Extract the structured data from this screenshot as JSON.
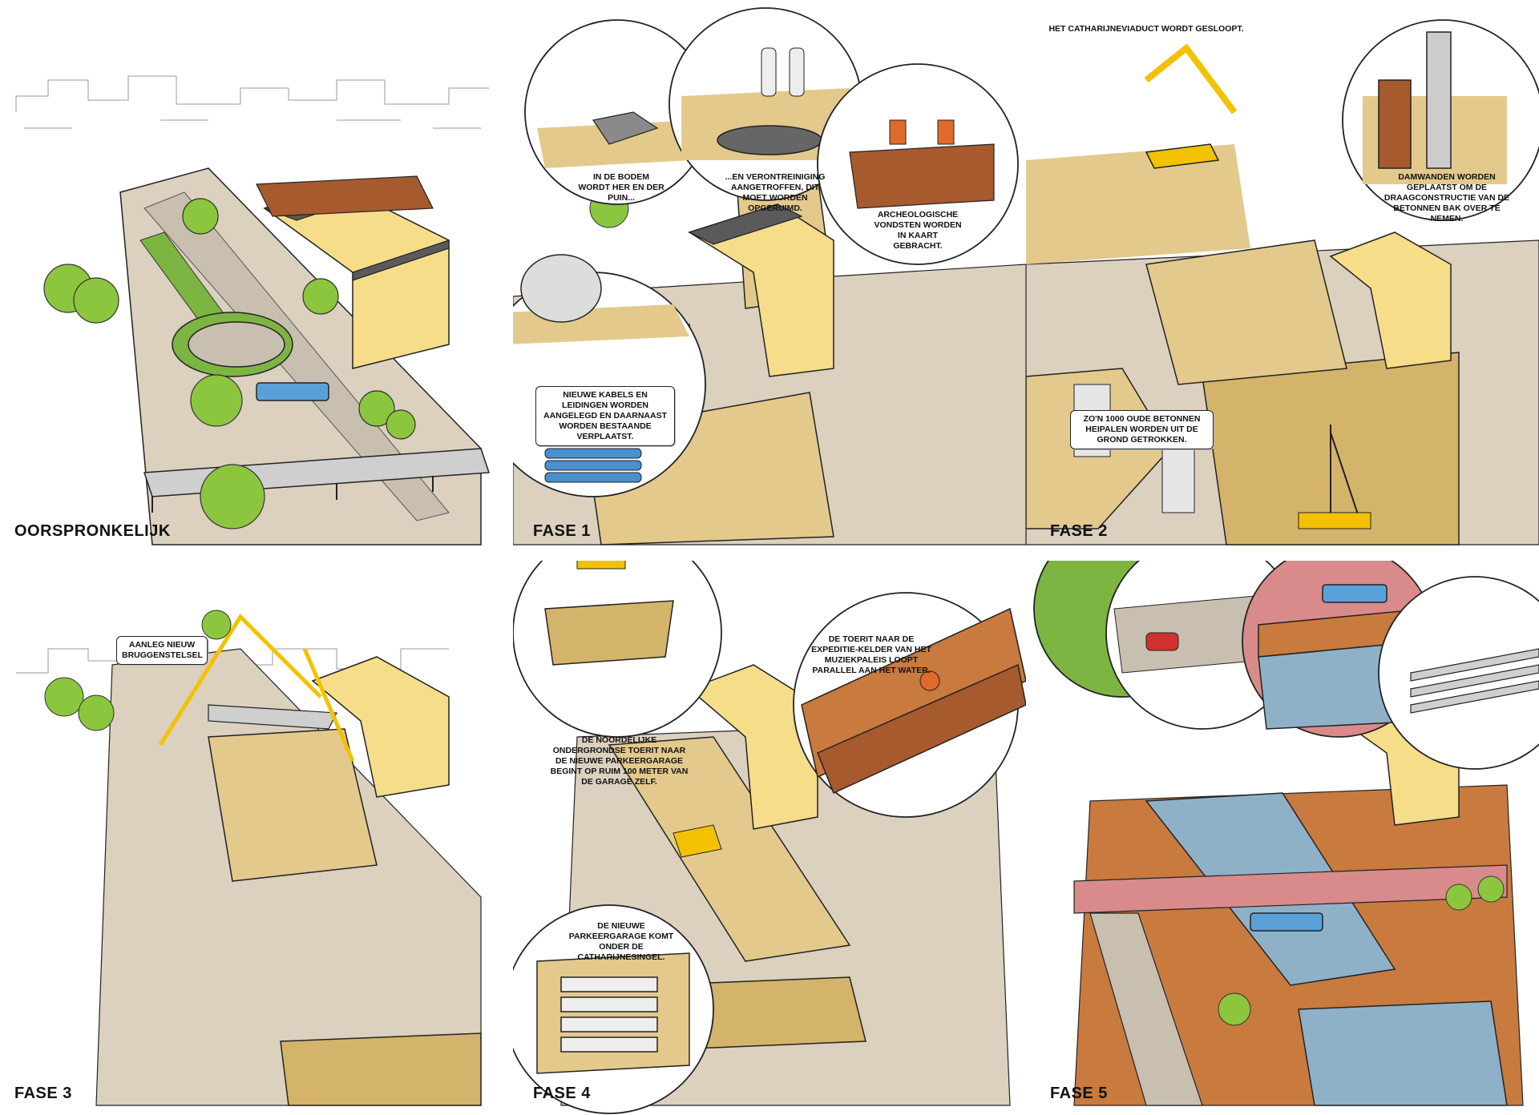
{
  "colors": {
    "road": "#dcd0bf",
    "sand": "#e3c98c",
    "pit": "#d4b46a",
    "grass": "#7db542",
    "tree": "#8cc63f",
    "building": "#f5dd8a",
    "roof": "#5a5a5a",
    "brick": "#a65a2e",
    "water": "#8fb1c8",
    "orange_area": "#c97a3e",
    "pink_road": "#d98a8a",
    "crane": "#f2c200",
    "bus": "#5aa0d8",
    "outline": "#222222"
  },
  "panels": [
    {
      "id": "oorspronkelijk",
      "label": "OORSPRONKELIJK",
      "notes": []
    },
    {
      "id": "fase1",
      "label": "FASE 1",
      "notes": [
        "IN DE BODEM WORDT HER EN DER PUIN...",
        "...EN VERONTREINIGING AANGETROFFEN, DIT MOET WORDEN OPGERUIMD.",
        "ARCHEOLOGISCHE VONDSTEN WORDEN IN KAART GEBRACHT.",
        "NIEUWE KABELS EN LEIDINGEN WORDEN AANGELEGD EN DAARNAAST WORDEN BESTAANDE VERPLAATST."
      ]
    },
    {
      "id": "fase2",
      "label": "FASE 2",
      "notes": [
        "HET CATHARIJNEVIADUCT WORDT GESLOOPT.",
        "DAMWANDEN WORDEN GEPLAATST OM DE DRAAGCONSTRUCTIE VAN DE BETONNEN BAK OVER TE NEMEN.",
        "ZO'N 1000 OUDE BETONNEN HEIPALEN WORDEN UIT DE GROND GETROKKEN."
      ]
    },
    {
      "id": "fase3",
      "label": "FASE 3",
      "notes": [
        "AANLEG NIEUW BRUGGENSTELSEL"
      ]
    },
    {
      "id": "fase4",
      "label": "FASE 4",
      "notes": [
        "DE NOORDELIJKE ONDERGRONDSE TOERIT NAAR DE NIEUWE PARKEERGARAGE BEGINT OP RUIM 100 METER VAN DE GARAGE ZELF.",
        "DE TOERIT NAAR DE EXPEDITIE-KELDER VAN HET MUZIEKPALEIS LOOPT PARALLEL AAN HET WATER.",
        "DE NIEUWE PARKEERGARAGE KOMT ONDER DE CATHARIJNESINGEL."
      ]
    },
    {
      "id": "fase5",
      "label": "FASE 5",
      "notes": []
    }
  ]
}
